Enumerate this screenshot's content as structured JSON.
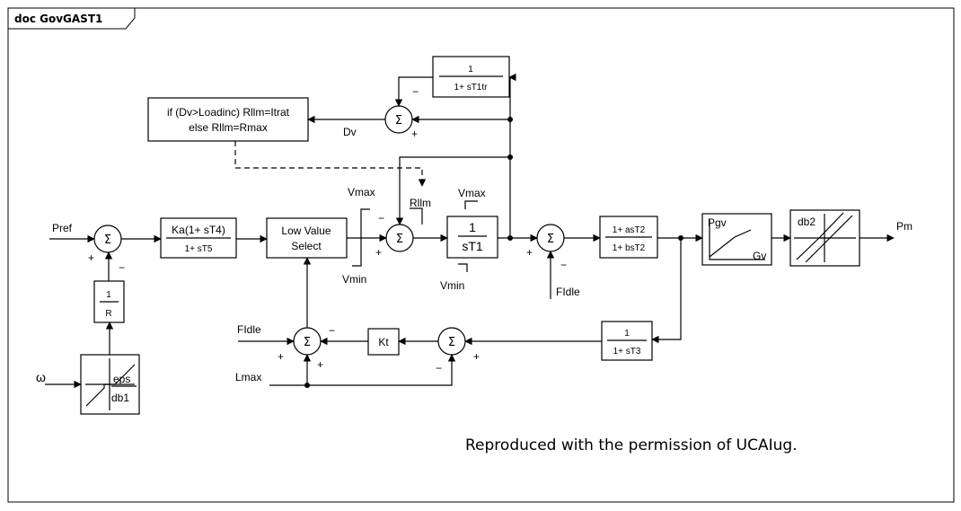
{
  "frame_title": "doc GovGAST1",
  "note": "Reproduced with the permission of UCAIug.",
  "sum_symbol": "Σ",
  "signs": {
    "plus": "+",
    "minus": "−"
  },
  "signals": {
    "pref": "Pref",
    "omega": "ω",
    "pm": "Pm",
    "dv": "Dv",
    "rlim": "Rllm",
    "vmax": "Vmax",
    "vmin": "Vmin",
    "fidle": "FIdle",
    "lmax": "Lmax"
  },
  "blocks": {
    "tf_top": {
      "num": "1",
      "den": "1+ sT1tr"
    },
    "logic": {
      "line1": "if (Dv>Loadinc) Rllm=Itrat",
      "line2": "else     Rllm=Rmax"
    },
    "lead_lag": {
      "num": "Ka(1+ sT4)",
      "den": "1+ sT5"
    },
    "lvs": {
      "line1": "Low Value",
      "line2": "Select"
    },
    "integrator": {
      "num": "1",
      "den": "sT1"
    },
    "tf_mid": {
      "num": "1+ asT2",
      "den": "1+ bsT2"
    },
    "pgv": {
      "in": "Pgv",
      "out": "Gv"
    },
    "db2": {
      "label": "db2"
    },
    "droop": {
      "num": "1",
      "den": "R"
    },
    "db1": {
      "eps": "eps",
      "label": "db1"
    },
    "kt": {
      "label": "Kt"
    },
    "tf_t3": {
      "num": "1",
      "den": "1+ sT3"
    }
  }
}
